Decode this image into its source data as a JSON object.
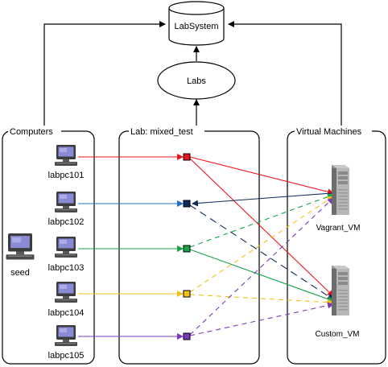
{
  "nodes": {
    "labsystem": "LabSystem",
    "labs": "Labs"
  },
  "groups": {
    "computers": "Computers",
    "lab": "Lab: mixed_test",
    "vms": "Virtual Machines"
  },
  "computers": [
    "labpc101",
    "labpc102",
    "labpc103",
    "labpc104",
    "labpc105"
  ],
  "seed": "seed",
  "vms": [
    "Vagrant_VM",
    "Custom_VM"
  ],
  "connections": [
    {
      "computer": "labpc101",
      "color": "#e8151b",
      "vm": "Custom_VM",
      "vm_line": "solid"
    },
    {
      "computer": "labpc102",
      "color": "#1f6fc6",
      "vm": "Vagrant_VM",
      "vm_line": "solid",
      "port_color": "#0f2a5a"
    },
    {
      "computer": "labpc103",
      "color": "#16a34a",
      "vm": "Custom_VM",
      "vm_line": "solid"
    },
    {
      "computer": "labpc104",
      "color": "#f2c11a",
      "vm": "Custom_VM",
      "vm_line": "dashed"
    },
    {
      "computer": "labpc105",
      "color": "#7b3ab8",
      "vm": "Custom_VM",
      "vm_line": "dashed"
    }
  ],
  "colors": {
    "arrow": "#000000",
    "box_border": "#000000"
  }
}
